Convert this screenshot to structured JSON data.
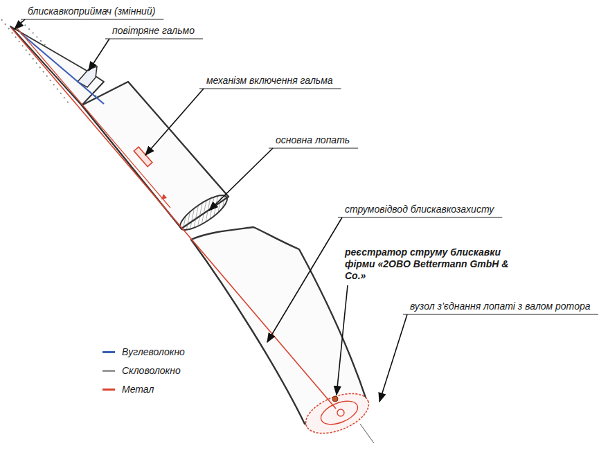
{
  "diagram": {
    "labels": [
      "блискавкоприймач (змінний)",
      "повітряне гальмо",
      "механізм включення гальма",
      "основна лопать",
      "струмовідвод блискавкозахисту",
      "реєстратор струму блискавки фірми «2OBO Bettermann GmbH & Co.»",
      "вузол з’єднання лопаті з валом ротора"
    ],
    "legend": [
      {
        "text": "Вуглеволокно",
        "color": "#3b5fb5"
      },
      {
        "text": "Скловолокно",
        "color": "#9a9a9a"
      },
      {
        "text": "Метал",
        "color": "#d8432f"
      }
    ]
  }
}
